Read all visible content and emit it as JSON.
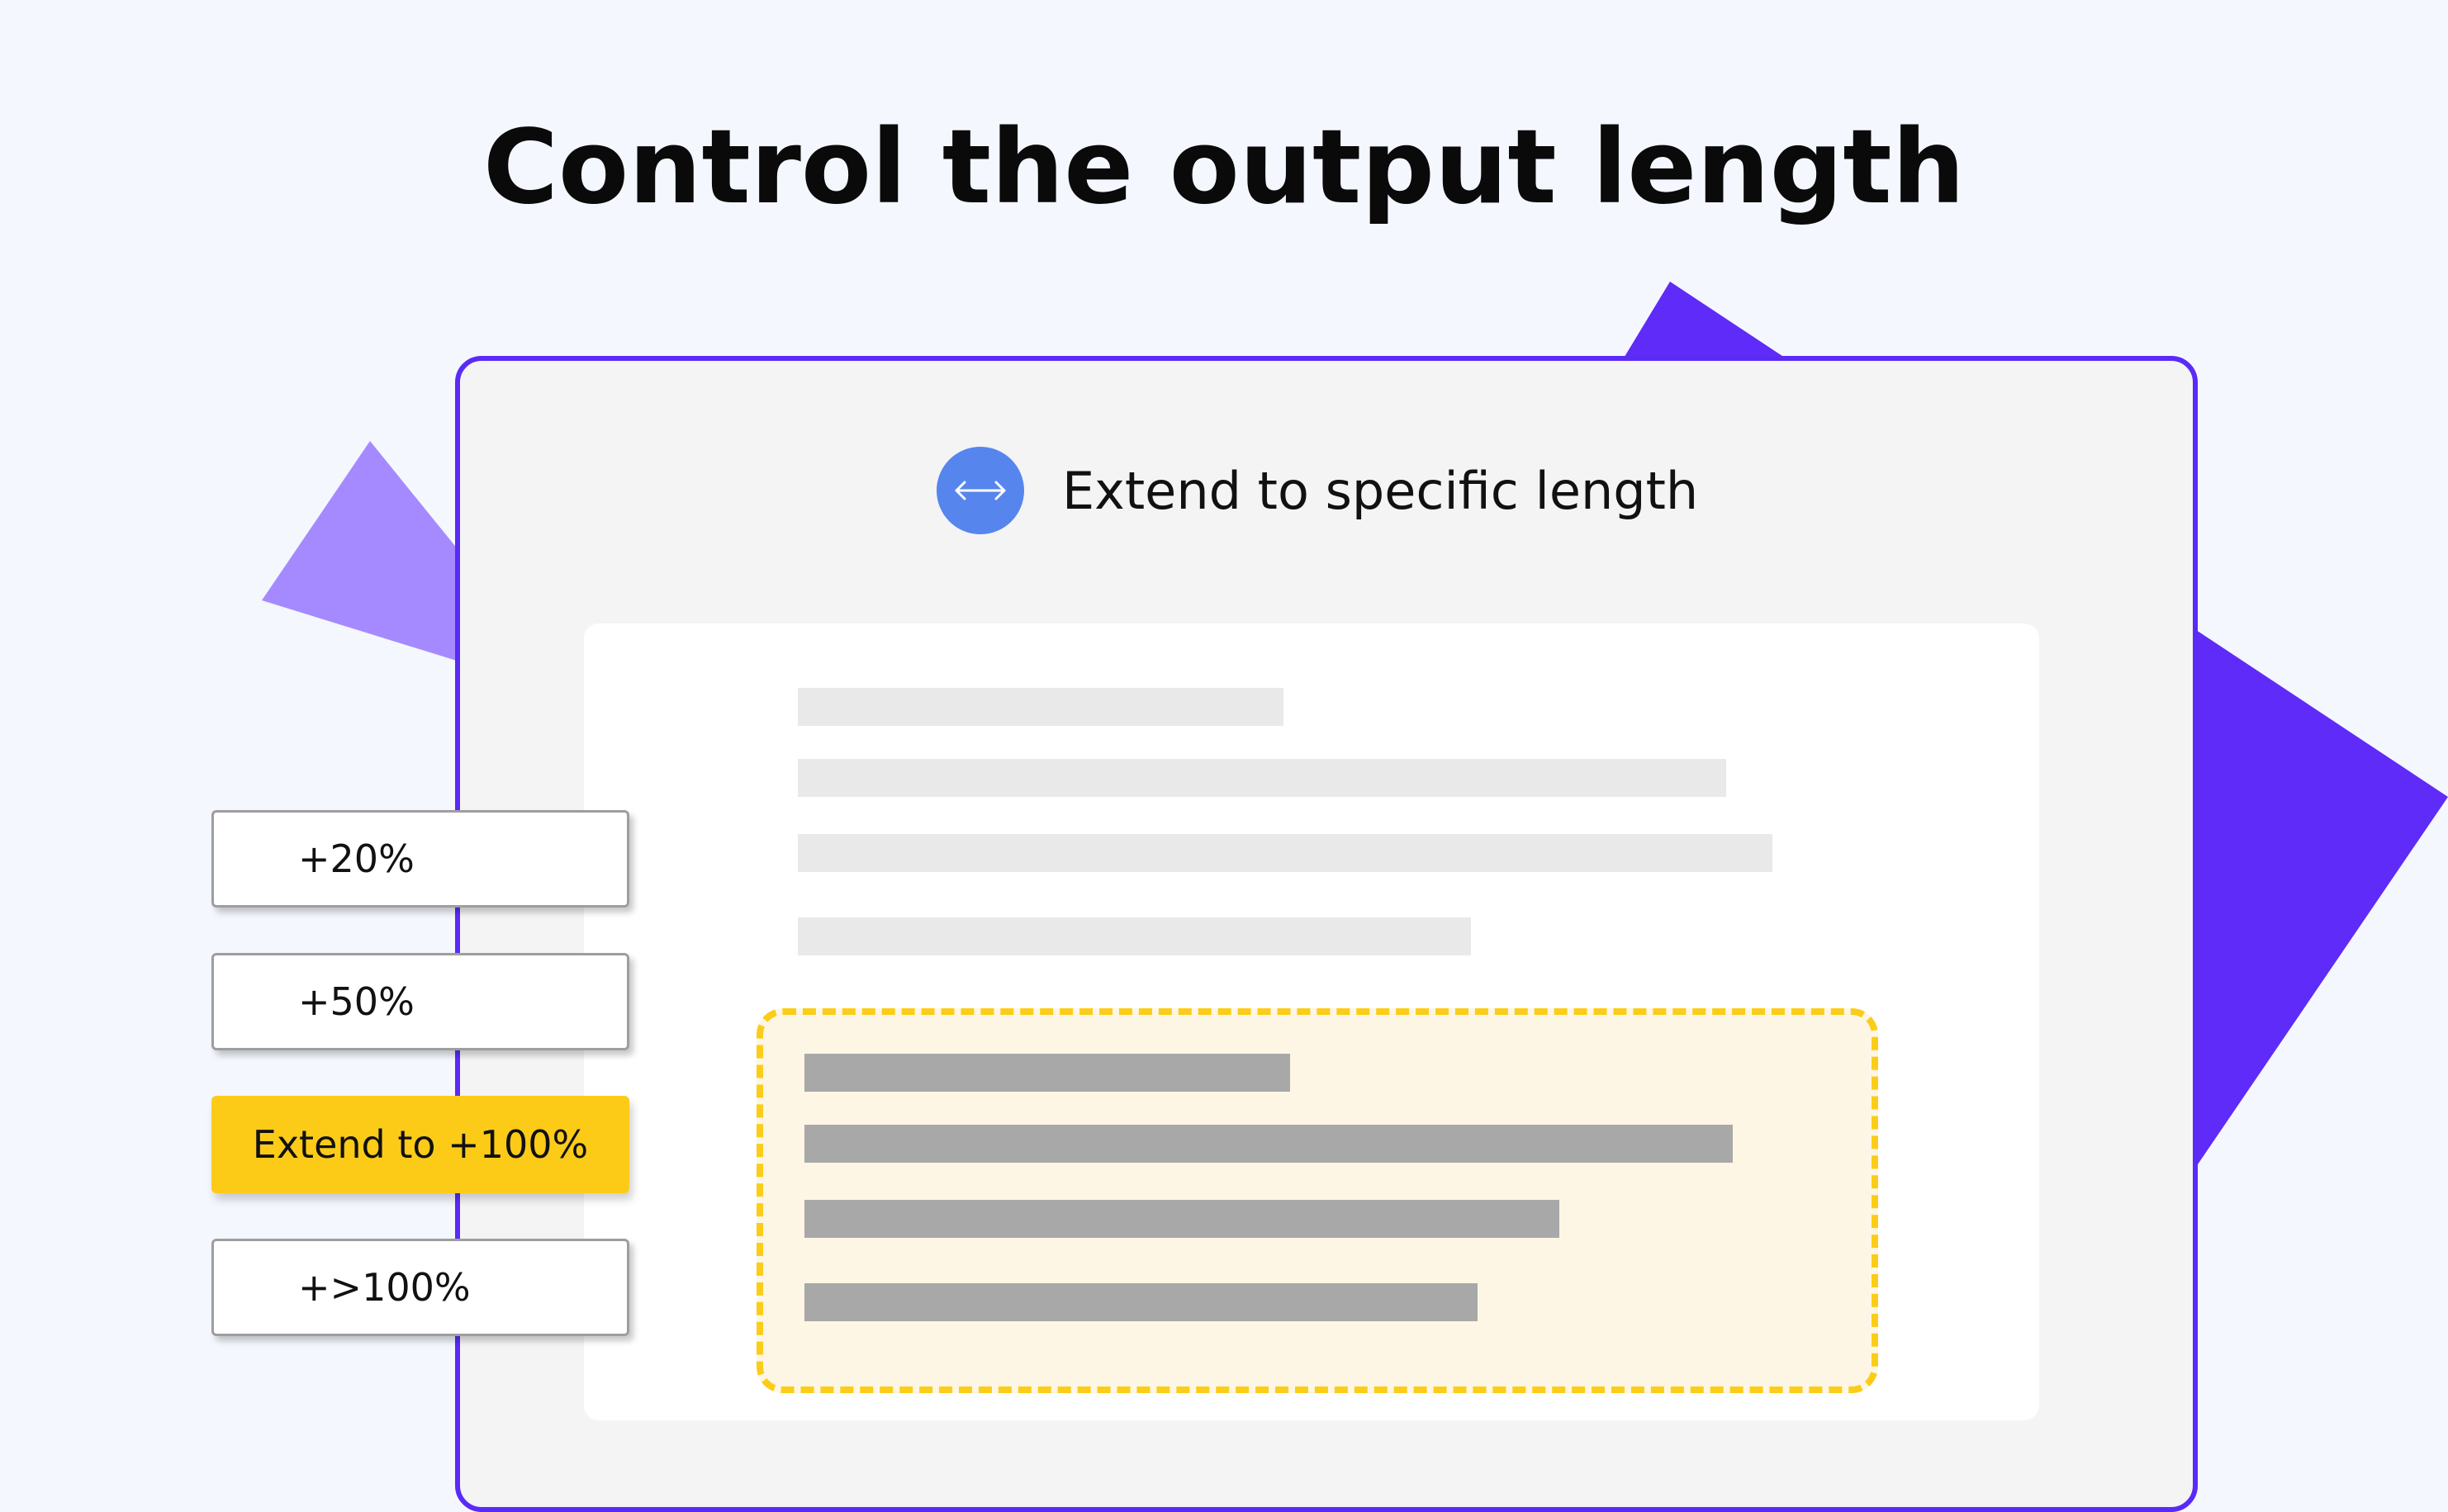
{
  "title": "Control the output length",
  "header": {
    "icon": "expand-horizontal-icon",
    "label": "Extend to specific length"
  },
  "length_options": [
    {
      "label": "+20%",
      "selected": false
    },
    {
      "label": "+50%",
      "selected": false
    },
    {
      "label": "Extend to +100%",
      "selected": true
    },
    {
      "label": "+>100%",
      "selected": false
    }
  ],
  "colors": {
    "background": "#F4F7FD",
    "accent_purple": "#5A2BF6",
    "light_purple": "#A58AFF",
    "icon_blue": "#5685EE",
    "selected_yellow": "#FCCB18",
    "highlight_fill": "#FDF6E4"
  }
}
